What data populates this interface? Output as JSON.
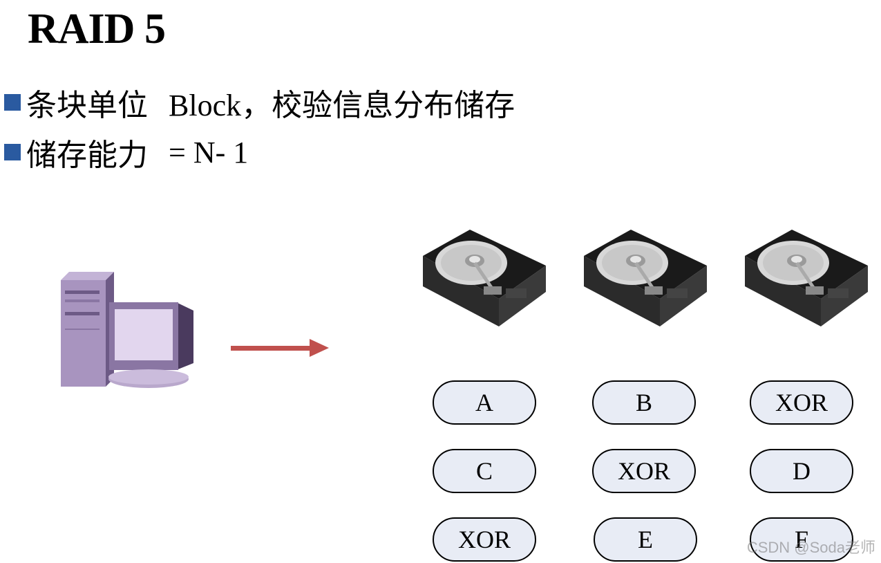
{
  "title": "RAID 5",
  "bullets": [
    {
      "label": "条块单位",
      "value": "Block，校验信息分布储存"
    },
    {
      "label": "储存能力",
      "value": "= N- 1"
    }
  ],
  "blocks": [
    [
      "A",
      "B",
      "XOR"
    ],
    [
      "C",
      "XOR",
      "D"
    ],
    [
      "XOR",
      "E",
      "F"
    ]
  ],
  "colors": {
    "bullet_square": "#2a5aa0",
    "arrow": "#c0504d",
    "block_fill": "#e8ecf5",
    "computer": "#a894bf"
  },
  "icons": {
    "computer": "computer-icon",
    "arrow": "right-arrow-icon",
    "disk": "hard-disk-icon"
  },
  "watermark": "CSDN @Soda老师"
}
